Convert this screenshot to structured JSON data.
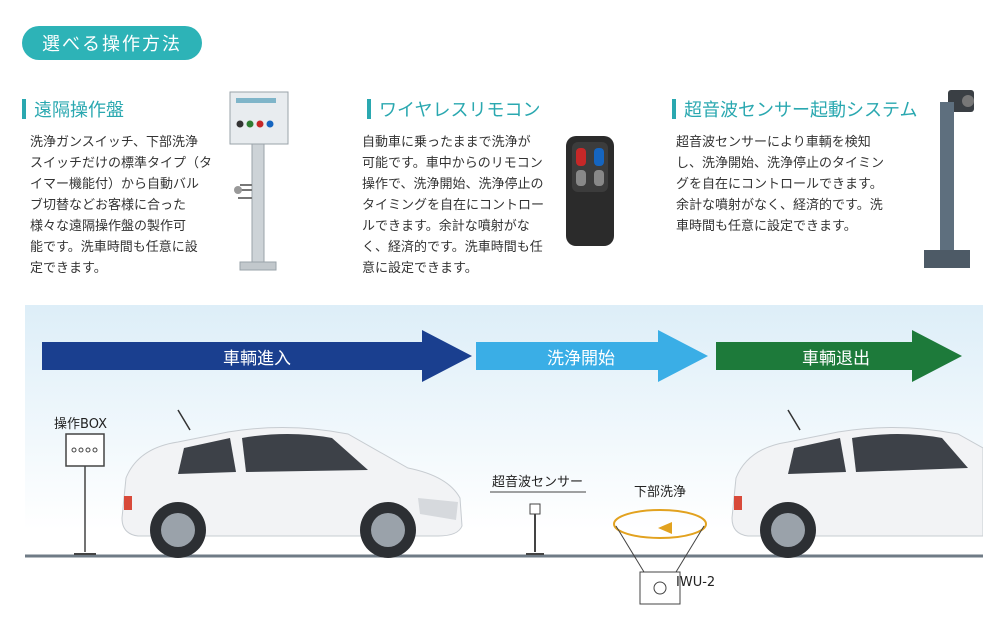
{
  "header": {
    "title": "選べる操作方法"
  },
  "sections": [
    {
      "title": "遠隔操作盤",
      "description": "洗浄ガンスイッチ、下部洗浄\nスイッチだけの標準タイプ（タ\nイマー機能付）から自動バル\nブ切替などお客様に合った\n様々な遠隔操作盤の製作可\n能です。洗車時間も任意に設\n定できます。",
      "image_icon": "control-panel-stand"
    },
    {
      "title": "ワイヤレスリモコン",
      "description": "自動車に乗ったままで洗浄が\n可能です。車中からのリモコン\n操作で、洗浄開始、洗浄停止の\nタイミングを自在にコントロー\nルできます。余計な噴射がな\nく、経済的です。洗車時間も任\n意に設定できます。",
      "image_icon": "wireless-remote"
    },
    {
      "title": "超音波センサー起動システム",
      "description": "超音波センサーにより車輌を検知\nし、洗浄開始、洗浄停止のタイミン\nグを自在にコントロールできます。\n余計な噴射がなく、経済的です。洗\n車時間も任意に設定できます。",
      "image_icon": "ultrasonic-sensor-pole"
    }
  ],
  "flow": {
    "steps": [
      {
        "label": "車輌進入",
        "color": "#1a3f8f"
      },
      {
        "label": "洗浄開始",
        "color": "#3aaee6"
      },
      {
        "label": "車輌退出",
        "color": "#1d7a3a"
      }
    ],
    "labels": {
      "operation_box": "操作BOX",
      "ultrasonic_sensor": "超音波センサー",
      "underbody_wash": "下部洗浄",
      "iwu_unit": "IWU-2"
    }
  },
  "colors": {
    "accent": "#2db3b7",
    "title": "#2aa8b0"
  }
}
